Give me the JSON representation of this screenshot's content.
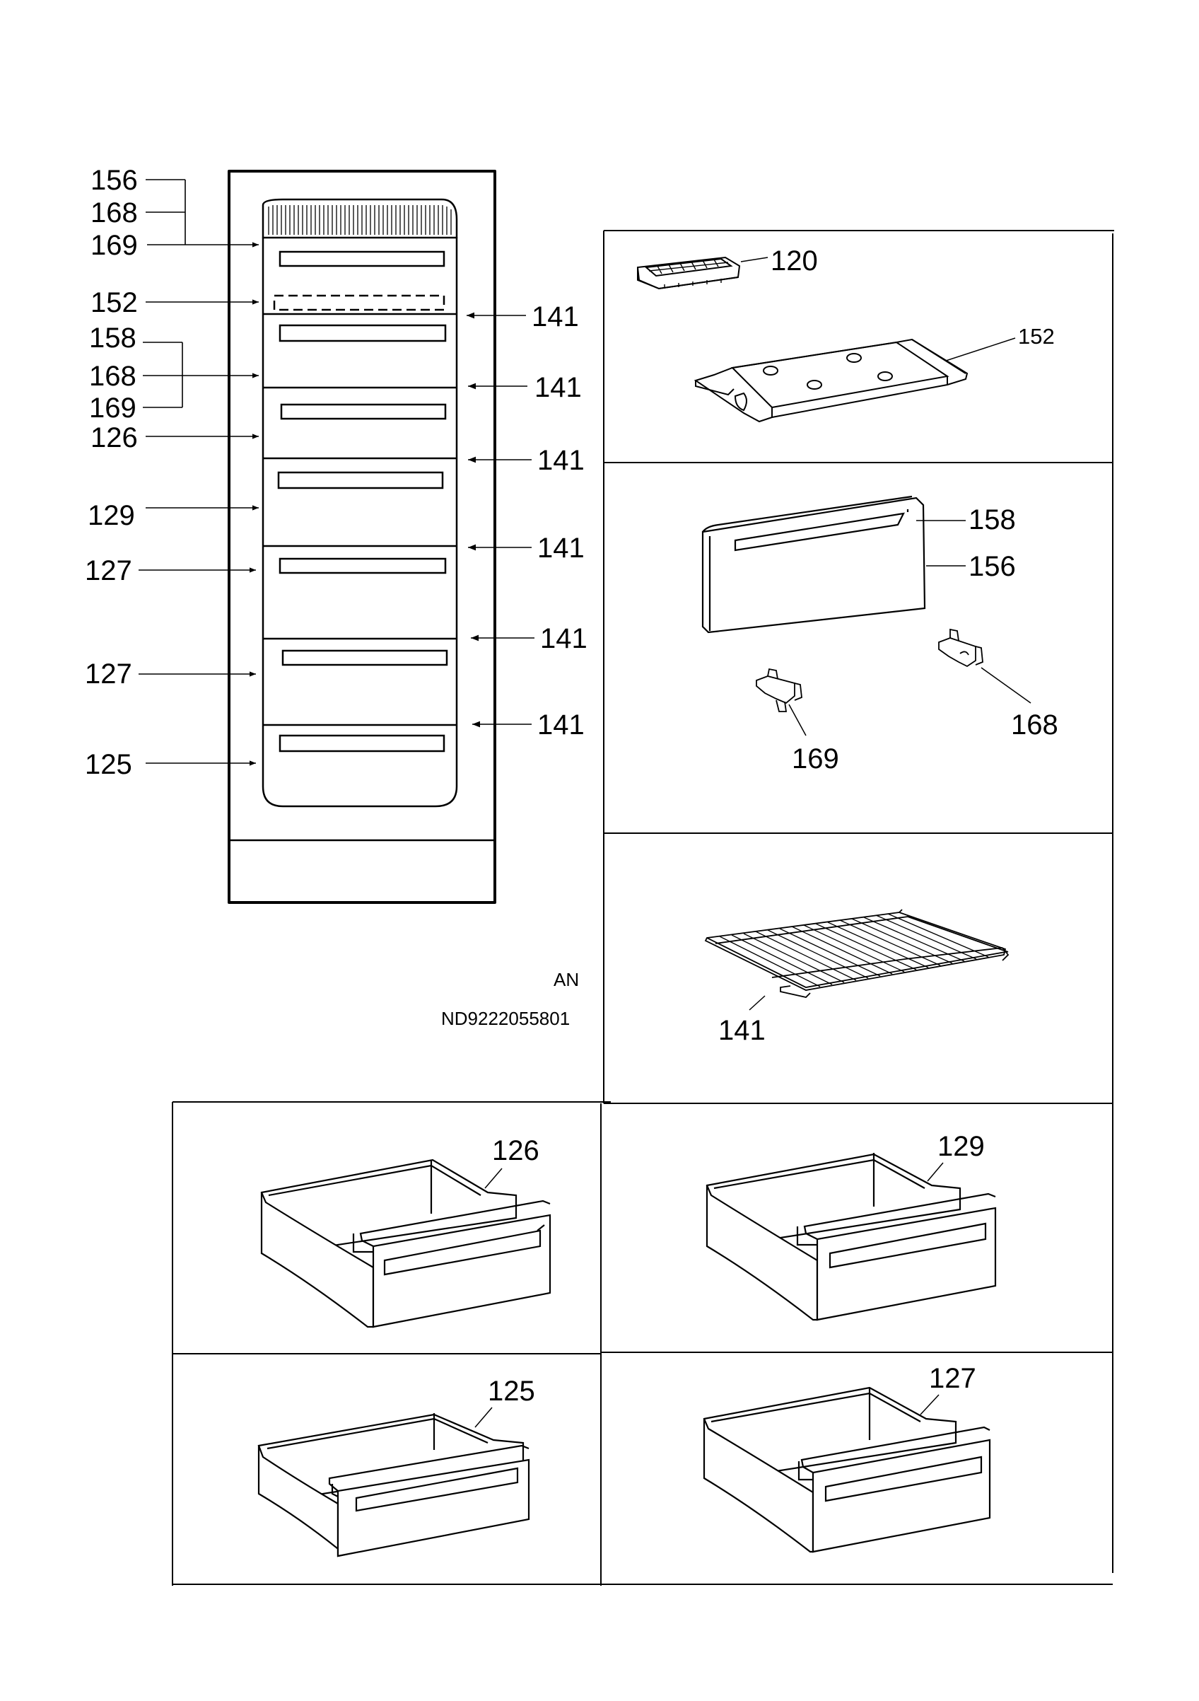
{
  "overview": {
    "left_labels": [
      "156",
      "168",
      "169",
      "152",
      "158",
      "168",
      "169",
      "126",
      "129",
      "127",
      "127",
      "125"
    ],
    "right_labels": [
      "141",
      "141",
      "141",
      "141",
      "141",
      "141"
    ]
  },
  "meta": {
    "code_an": "AN",
    "code_nd": "ND9222055801"
  },
  "parts": {
    "ice_tray": "120",
    "ice_tray_shelf": "152",
    "flap_handle": "158",
    "flap": "156",
    "hinge_right": "168",
    "hinge_left": "169",
    "wire_shelf": "141",
    "drawer_126": "126",
    "drawer_129": "129",
    "drawer_125": "125",
    "drawer_127": "127"
  }
}
